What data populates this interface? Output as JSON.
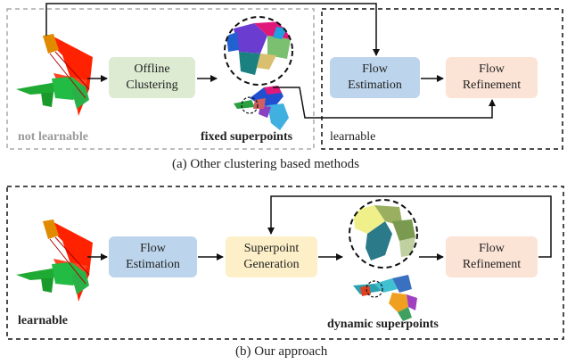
{
  "panel_a": {
    "offline_clustering": [
      "Offline",
      "Clustering"
    ],
    "flow_estimation": [
      "Flow",
      "Estimation"
    ],
    "flow_refinement": [
      "Flow",
      "Refinement"
    ],
    "not_learnable": "not learnable",
    "fixed_superpoints": "fixed superpoints",
    "learnable": "learnable",
    "caption": "(a) Other clustering based methods"
  },
  "panel_b": {
    "flow_estimation": [
      "Flow",
      "Estimation"
    ],
    "superpoint_generation": [
      "Superpoint",
      "Generation"
    ],
    "flow_refinement": [
      "Flow",
      "Refinement"
    ],
    "learnable": "learnable",
    "dynamic_superpoints": "dynamic superpoints",
    "caption": "(b) Our approach"
  },
  "colors": {
    "offline_clustering": "#dcebd2",
    "flow_estimation": "#bcd5ec",
    "flow_refinement": "#fbe3d6",
    "superpoint_generation": "#fdf0c8",
    "not_learnable_text": "#9a9a9a"
  }
}
